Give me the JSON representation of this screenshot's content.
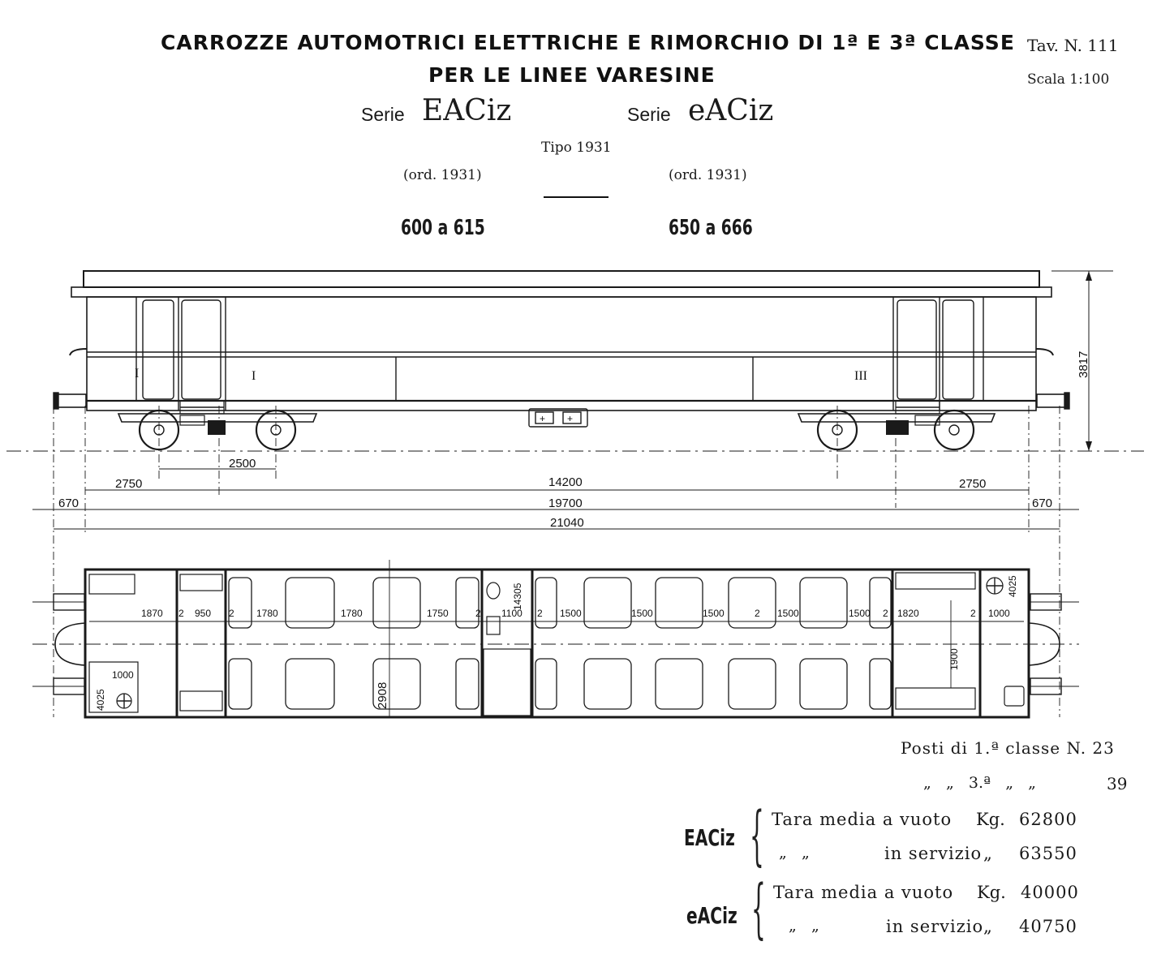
{
  "header": {
    "title_line1": "CARROZZE AUTOMOTRICI ELETTRICHE E RIMORCHIO DI 1ª E 3ª CLASSE",
    "title_line2": "PER LE LINEE VARESINE",
    "tav_label": "Tav. N. 111",
    "scala_label": "Scala 1:100",
    "serie_left_prefix": "Serie",
    "serie_left_name": "EACiz",
    "serie_right_prefix": "Serie",
    "serie_right_name": "eACiz",
    "tipo": "Tipo 1931",
    "ord_left": "(ord. 1931)",
    "ord_right": "(ord. 1931)",
    "range_left": "600 a 615",
    "range_right": "650 a 666"
  },
  "elevation": {
    "height_label": "3817",
    "class_first": "I",
    "class_third": "III",
    "bogie_wheelbase": "2500",
    "dim_2750_left": "2750",
    "dim_14200": "14200",
    "dim_2750_right": "2750",
    "dim_670_left": "670",
    "dim_19700": "19700",
    "dim_670_right": "670",
    "dim_21040": "21040"
  },
  "plan": {
    "dims_row": [
      "1870",
      "2",
      "950",
      "2",
      "1780",
      "1780",
      "1750",
      "2",
      "1100",
      "2",
      "1500",
      "1500",
      "1500",
      "2",
      "1500",
      "1500",
      "2",
      "1820",
      "2",
      "1000"
    ],
    "dim_1000_left": "1000",
    "dim_4025_left": "4025",
    "dim_4025_right": "4025",
    "dim_14305": "14305",
    "dim_2908": "2908",
    "dim_1900": "1900"
  },
  "seats": {
    "first_label": "Posti di 1.ª classe N. 23",
    "third_prefix": "„   „   3.ª   „   „",
    "third_value": "39"
  },
  "weights": {
    "eaciz_upper": {
      "series": "EACiz",
      "row1": "Tara media a vuoto",
      "row1_unit": "Kg.",
      "row1_value": "62800",
      "row2_quotes": "„   „",
      "row2": "in servizio",
      "row2_unit": "„",
      "row2_value": "63550"
    },
    "eaciz_lower": {
      "series": "eACiz",
      "row1": "Tara media a vuoto",
      "row1_unit": "Kg.",
      "row1_value": "40000",
      "row2_quotes": "„   „",
      "row2": "in servizio",
      "row2_unit": "„",
      "row2_value": "40750"
    }
  }
}
